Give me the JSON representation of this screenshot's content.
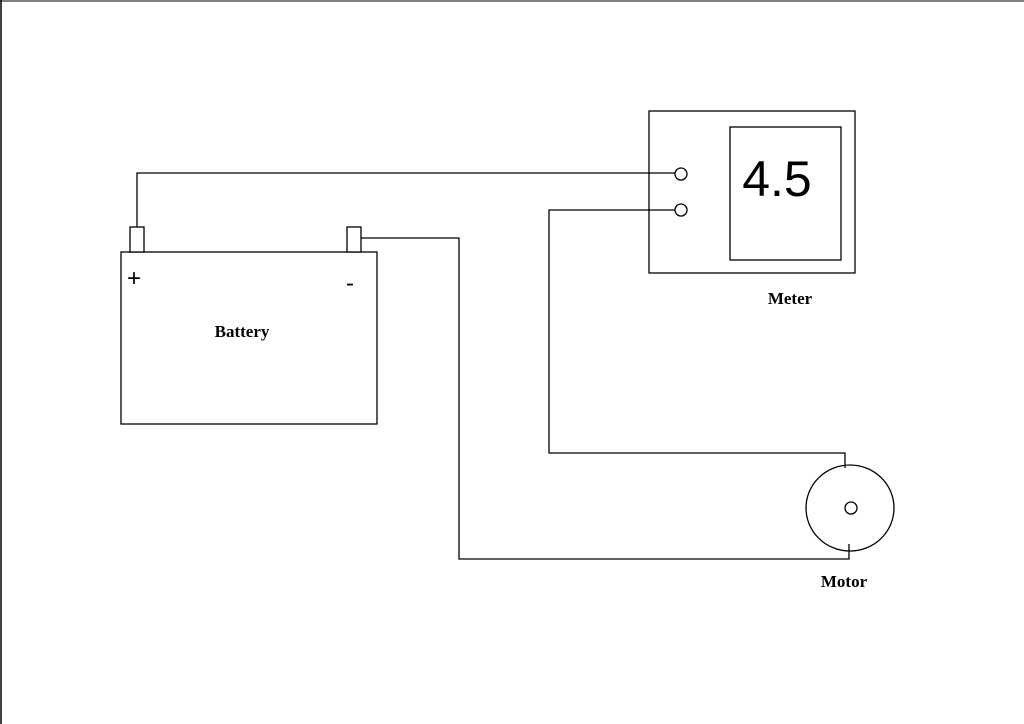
{
  "battery": {
    "label": "Battery",
    "positive_sign": "+",
    "negative_sign": "-"
  },
  "meter": {
    "label": "Meter",
    "reading": "4.5"
  },
  "motor": {
    "label": "Motor"
  }
}
